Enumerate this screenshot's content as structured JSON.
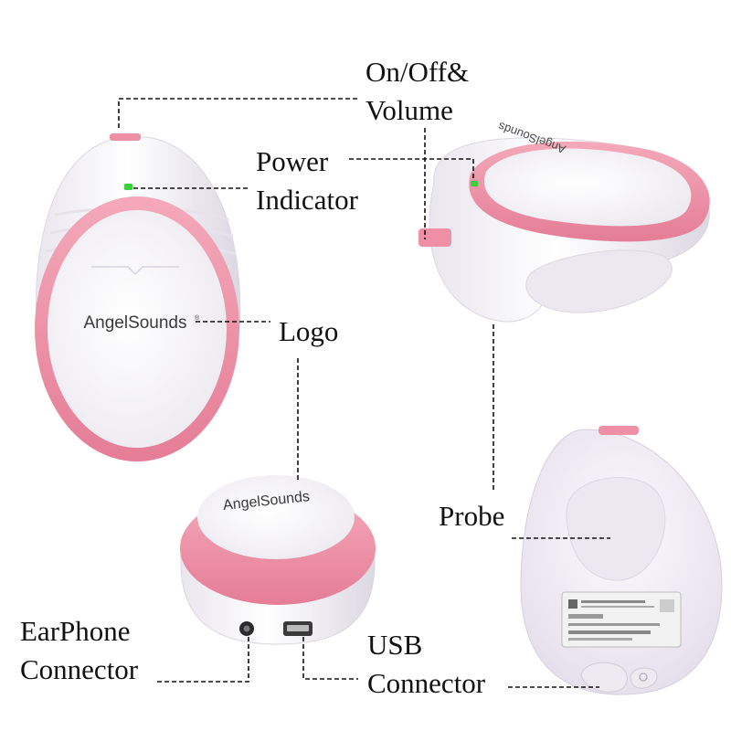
{
  "labels": {
    "on_off_volume": {
      "line1": "On/Off&",
      "line2": "Volume"
    },
    "power_indicator": {
      "line1": "Power",
      "line2": "Indicator"
    },
    "logo": "Logo",
    "probe": "Probe",
    "earphone_connector": {
      "line1": "EarPhone",
      "line2": "Connector"
    },
    "usb_connector": {
      "line1": "USB",
      "line2": "Connector"
    }
  },
  "device_logo_text": "AngelSounds",
  "colors": {
    "accent_pink": "#ef8fa6",
    "body_white": "#f7f5f8",
    "indicator_green": "#39d23a",
    "leader_line": "#111111"
  }
}
